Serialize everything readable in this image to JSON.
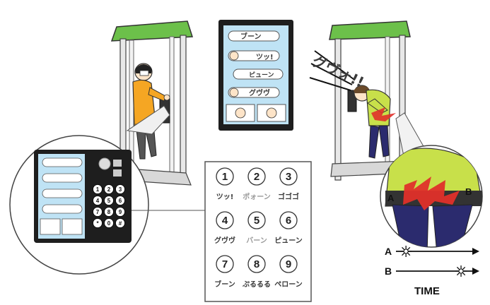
{
  "keypad": {
    "numbers": [
      "1",
      "2",
      "3",
      "4",
      "5",
      "6",
      "7",
      "8",
      "9"
    ],
    "sound_effects": [
      "ツッ!",
      "ポォーン",
      "ゴゴゴ",
      "グヴヴ",
      "バーン",
      "ピューン",
      "ブーン",
      "ぷるるる",
      "ペローン"
    ]
  },
  "phone_keys": [
    "1",
    "2",
    "3",
    "4",
    "5",
    "6",
    "7",
    "8",
    "9",
    "*",
    "0",
    "#"
  ],
  "screen_sfx": [
    "ブーン",
    "ツッ!",
    "ピューン",
    "グヴヴ"
  ],
  "impact_sfx": "グヴォ!!",
  "labels": {
    "point_a": "A",
    "point_b": "B"
  },
  "timeline": {
    "axis_label": "TIME",
    "rows": [
      {
        "label": "A",
        "event_position": 0.12
      },
      {
        "label": "B",
        "event_position": 0.78
      }
    ]
  },
  "colors": {
    "booth_roof": "#6cc04a",
    "shirt_orange": "#f5a623",
    "shirt_green": "#c8e04a",
    "screen_blue": "#bfe3f5",
    "pants_navy": "#2b2b6e",
    "pain_red": "#e0302a",
    "device_black": "#1e1e1e"
  }
}
